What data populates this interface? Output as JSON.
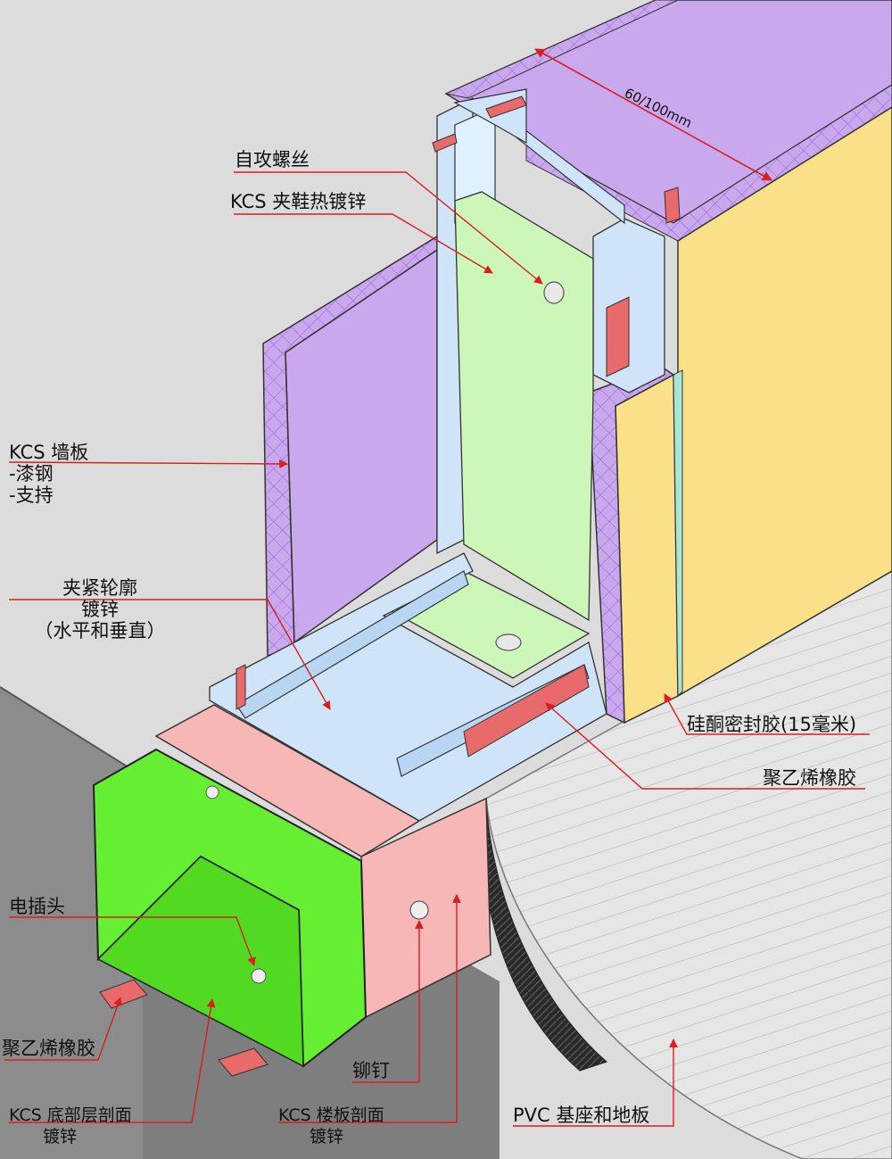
{
  "dimension": "60/100mm",
  "labels": {
    "self_tapping_screw": "自攻螺丝",
    "kcs_clip_shoe": "KCS 夹鞋热镀锌",
    "wall_panel_title": "KCS 墙板",
    "wall_panel_line1": "-漆钢",
    "wall_panel_line2": "-支持",
    "clamp_profile_line1": "夹紧轮廓",
    "clamp_profile_line2": "镀锌",
    "clamp_profile_line3": "（水平和垂直）",
    "silicone_sealant": "硅酮密封胶(15毫米)",
    "polyethylene_rubber_right": "聚乙烯橡胶",
    "power_plug": "电插头",
    "polyethylene_rubber_left": "聚乙烯橡胶",
    "rivet": "铆钉",
    "bottom_section_line1": "KCS 底部层剖面",
    "bottom_section_line2": "镀锌",
    "floor_section_line1": "KCS 楼板剖面",
    "floor_section_line2": "镀锌",
    "pvc_base": "PVC 基座和地板"
  },
  "colors": {
    "insulation": "#c7a6ec",
    "insulation_hatch": "#9b6fd6",
    "yellow_panel": "#fbe08a",
    "profile_blue": "#cfe4f8",
    "shoe_green": "#cdf7b9",
    "channel_green": "#66ee33",
    "floor_pink": "#f8b7b7",
    "rubber_red": "#e86a6a",
    "leader": "#d91e1e",
    "floor_gray": "#8a8a8a"
  }
}
